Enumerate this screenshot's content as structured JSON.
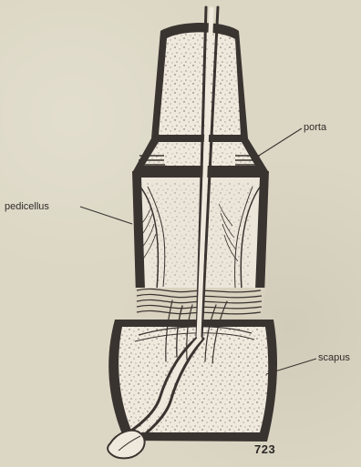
{
  "labels": {
    "porta": "porta",
    "pedicellus": "pedicellus",
    "scapus": "scapus"
  },
  "figure_number": "723",
  "colors": {
    "background": "#dcd7c4",
    "ink": "#3a3431",
    "fill": "#f1ebdf",
    "dots": "#4a4440"
  }
}
